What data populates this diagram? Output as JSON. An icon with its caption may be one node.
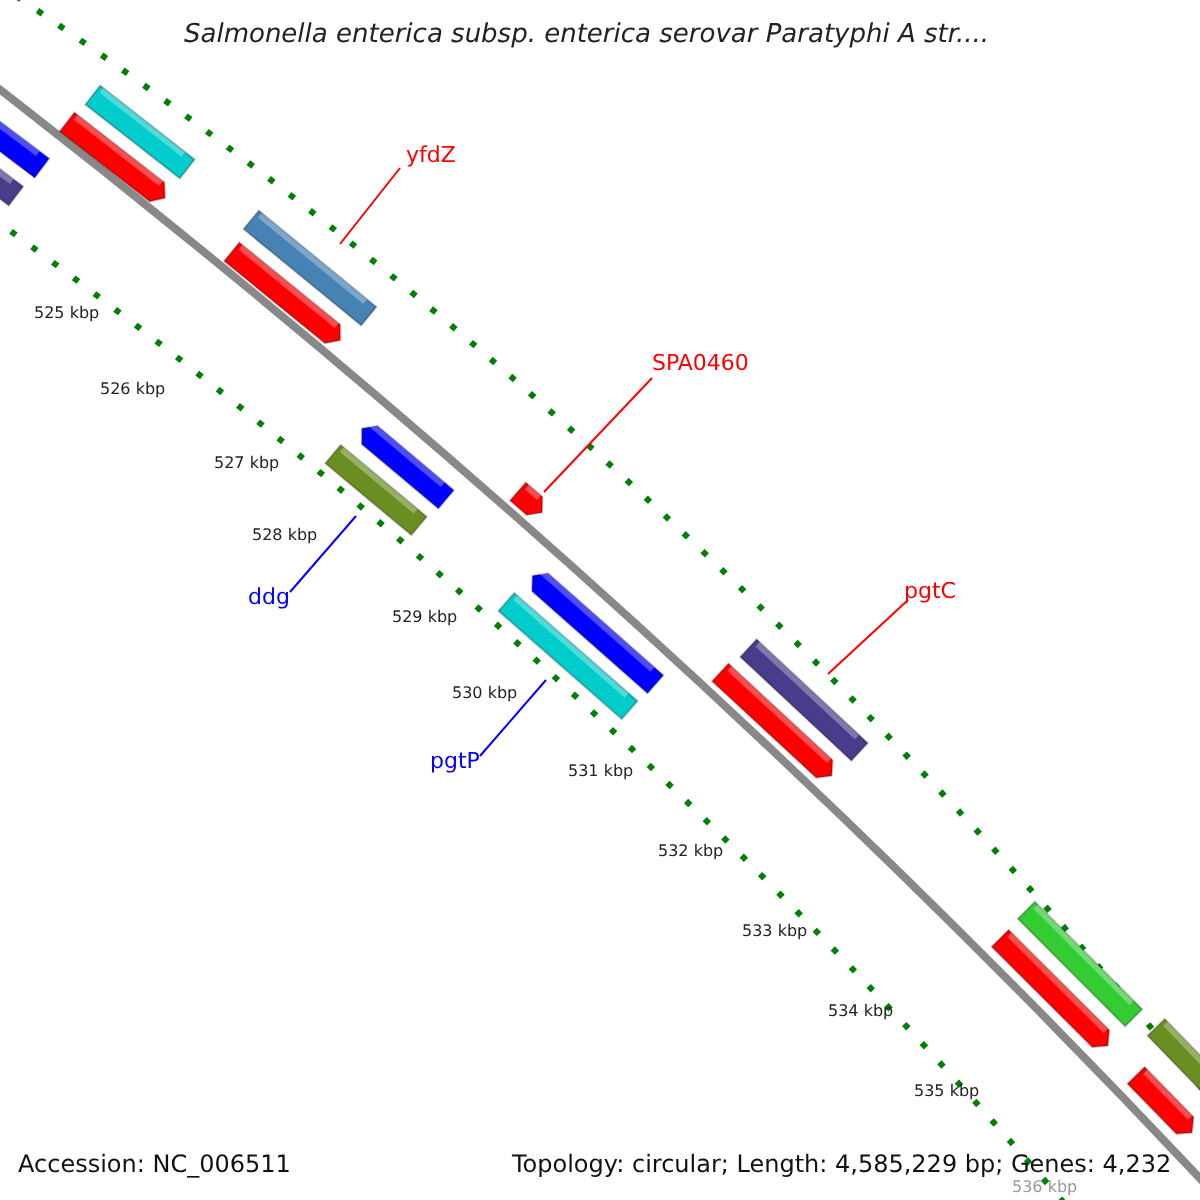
{
  "diagram": {
    "title": "Salmonella enterica subsp. enterica serovar Paratyphi A str....",
    "nodes": [
      {
        "text": [
          "yfdZ"
        ]
      },
      {
        "text": [],
        "shape": "bar"
      },
      {
        "text": [
          "SPA0460"
        ]
      },
      {
        "text": [],
        "shape": "bar"
      },
      {
        "text": [
          "ddg"
        ]
      },
      {
        "text": [],
        "shape": "bar"
      },
      {
        "text": [
          "pgtP"
        ]
      },
      {
        "text": [],
        "shape": "bar"
      },
      {
        "text": [
          "pgtC"
        ]
      },
      {
        "text": [],
        "shape": "bar"
      }
    ],
    "edges": [
      {
        "from": 0,
        "to": 1,
        "arrow": "none"
      },
      {
        "from": 2,
        "to": 3,
        "arrow": "none"
      },
      {
        "from": 4,
        "to": 5,
        "arrow": "none",
        "color": "#0000ff"
      },
      {
        "from": 6,
        "to": 7,
        "arrow": "none",
        "color": "#0000ff"
      },
      {
        "from": 8,
        "to": 9,
        "arrow": "none"
      }
    ],
    "labels": [
      "525 kbp",
      "526 kbp",
      "527 kbp",
      "528 kbp",
      "529 kbp",
      "530 kbp",
      "531 kbp",
      "532 kbp",
      "533 kbp",
      "534 kbp",
      "535 kbp",
      "536 kbp",
      "Accession: NC_006511",
      "Topology: circular; Length: 4,585,229 bp; Genes: 4,232"
    ]
  }
}
